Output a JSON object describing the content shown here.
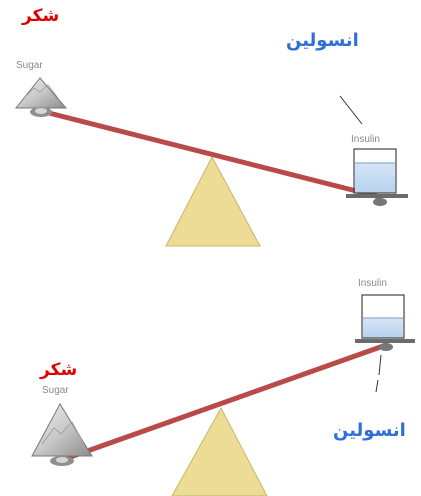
{
  "top_scale": {
    "sugar_label_ar": "شكر",
    "sugar_label_en": "Sugar",
    "insulin_label_ar": "انسولين",
    "insulin_label_en": "Insulin"
  },
  "bottom_scale": {
    "sugar_label_ar": "شكر",
    "sugar_label_en": "Sugar",
    "insulin_label_ar": "انسولين",
    "insulin_label_en": "Insulin"
  },
  "colors": {
    "beam": "#b84a4a",
    "fulcrum": "#ecdc96",
    "arabic_sugar": "#e00000",
    "arabic_insulin": "#2f6fd6"
  }
}
